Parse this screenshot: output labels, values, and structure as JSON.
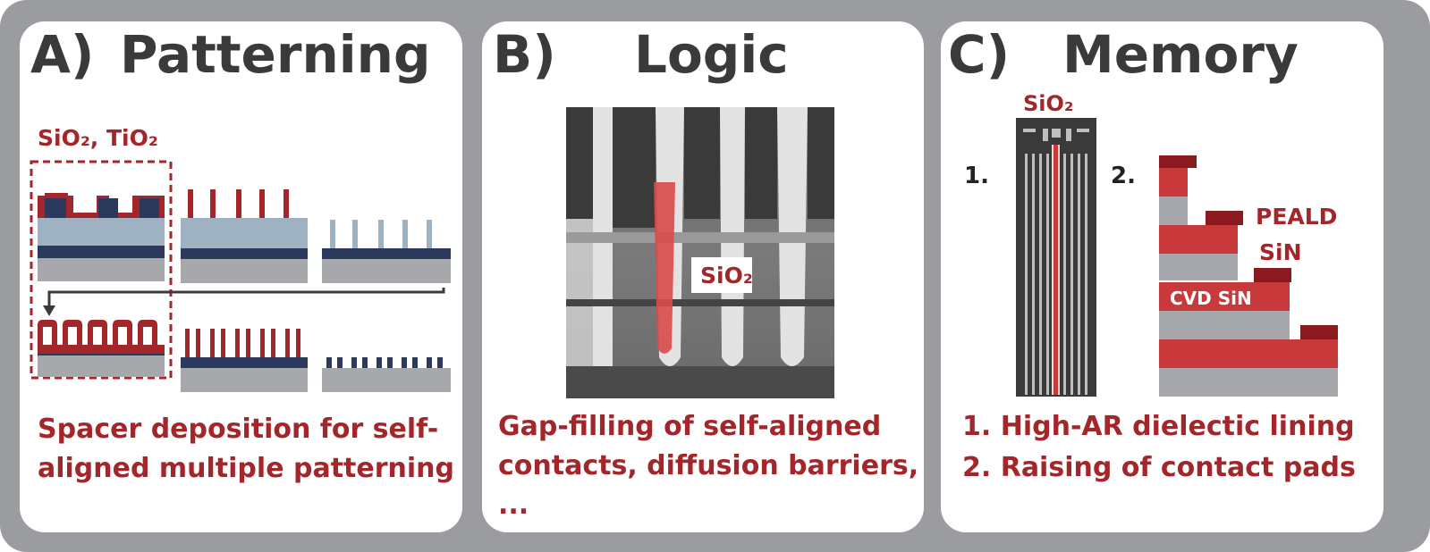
{
  "panels": {
    "a": {
      "letter": "A)",
      "title": "Patterning",
      "materials_label": "SiO₂, TiO₂",
      "caption_line1": "Spacer deposition for self-",
      "caption_line2": "aligned multiple patterning"
    },
    "b": {
      "letter": "B)",
      "title": "Logic",
      "image_label": "SiO₂",
      "caption_line1": "Gap-filling of self-aligned",
      "caption_line2": "contacts, diffusion barriers,",
      "caption_line3": "..."
    },
    "c": {
      "letter": "C)",
      "title": "Memory",
      "label_1": "1.",
      "label_2": "2.",
      "sio2_label": "SiO₂",
      "peald_label_line1": "PEALD",
      "peald_label_line2": "SiN",
      "cvd_label": "CVD SiN",
      "caption_line1": "1. High-AR dielectic lining",
      "caption_line2": "2. Raising of contact pads"
    }
  },
  "colors": {
    "frame": "#9a9c9f",
    "accent_red": "#a3262a",
    "title_gray": "#3a3a3a",
    "navy": "#2b3a5c",
    "light_blue": "#9eb2c2",
    "substrate_gray": "#a6a8ab"
  },
  "icons": [
    "arrow-down-left-icon"
  ]
}
